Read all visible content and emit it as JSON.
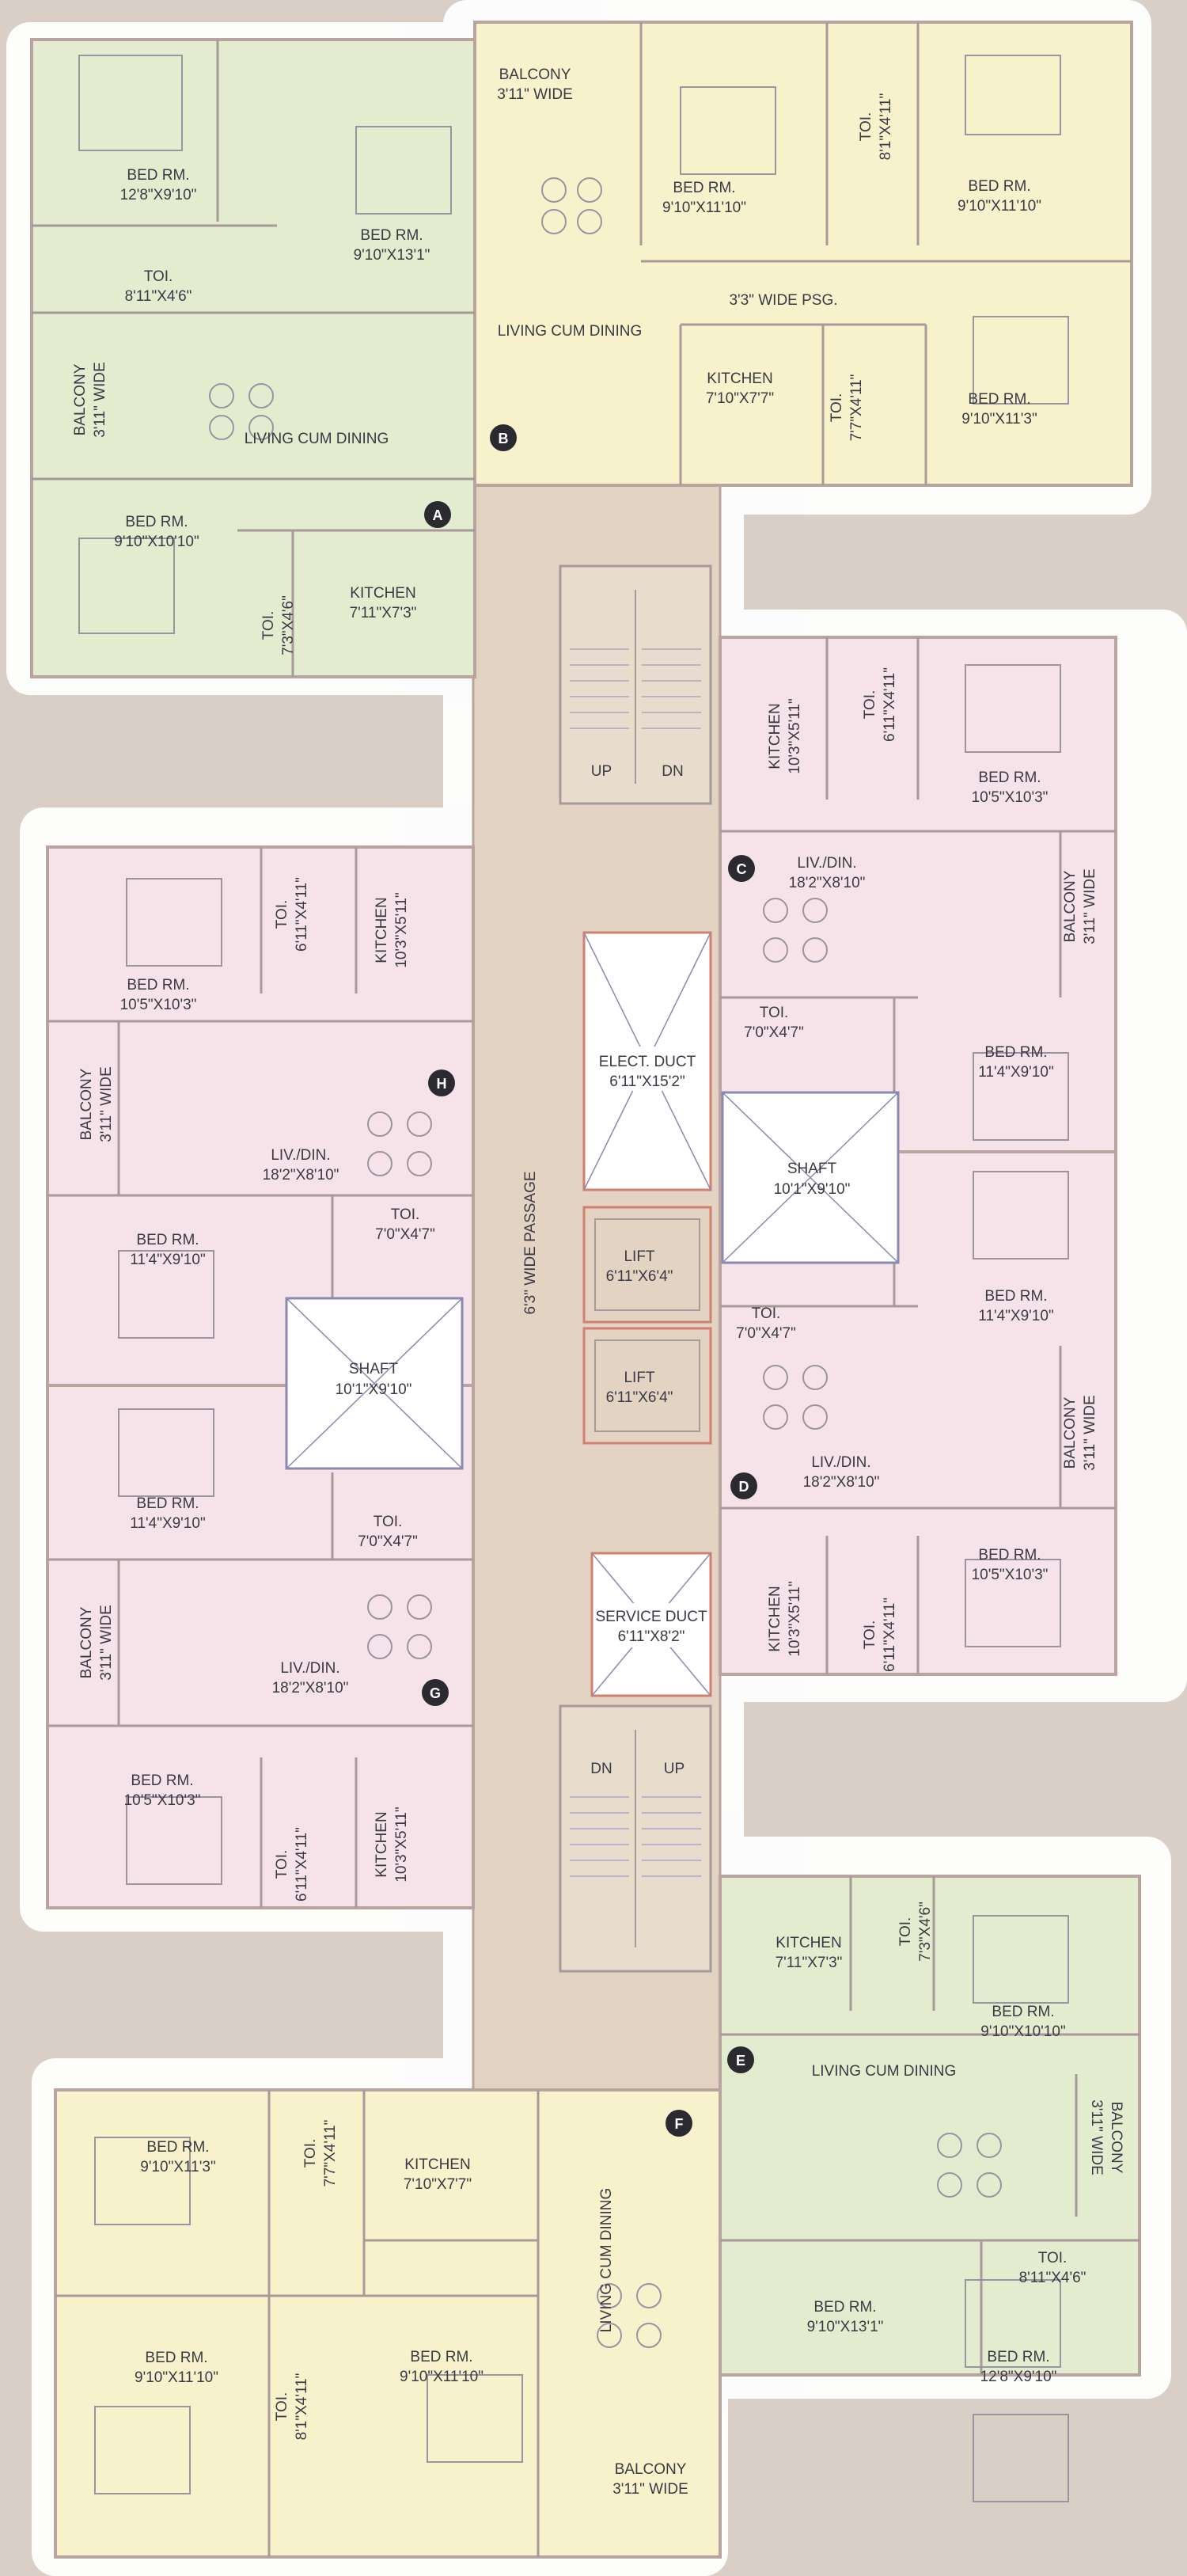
{
  "colors": {
    "background": "#d9cfc7",
    "halo": "#ffffff",
    "green_unit": "#e4ecd0",
    "yellow_unit": "#f7f2cc",
    "pink_unit": "#f6e3ea",
    "corridor": "#e2d3c2",
    "wall": "#b9a4a0"
  },
  "common": {
    "passage": "6'3\" WIDE PASSAGE",
    "elect_duct": "ELECT. DUCT",
    "elect_duct_size": "6'11\"X15'2\"",
    "lift1": "LIFT",
    "lift1_size": "6'11\"X6'4\"",
    "lift2": "LIFT",
    "lift2_size": "6'11\"X6'4\"",
    "service_duct": "SERVICE DUCT",
    "service_duct_size": "6'11\"X8'2\"",
    "stair_top_up": "UP",
    "stair_top_dn": "DN",
    "stair_bottom_dn": "DN",
    "stair_bottom_up": "UP",
    "shaft_right": "SHAFT",
    "shaft_right_size": "10'1\"X9'10\"",
    "shaft_left": "SHAFT",
    "shaft_left_size": "10'1\"X9'10\""
  },
  "unit_tags": [
    "A",
    "B",
    "C",
    "D",
    "E",
    "F",
    "G",
    "H"
  ],
  "unit_a": {
    "bed1": "BED RM.",
    "bed1_size": "12'8\"X9'10\"",
    "bed2": "BED RM.",
    "bed2_size": "9'10\"X13'1\"",
    "toi1": "TOI.",
    "toi1_size": "8'11\"X4'6\"",
    "balcony": "BALCONY",
    "balcony_size": "3'11\" WIDE",
    "living": "LIVING CUM DINING",
    "bed3": "BED RM.",
    "bed3_size": "9'10\"X10'10\"",
    "toi2": "TOI.",
    "toi2_size": "7'3\"X4'6\"",
    "kitchen": "KITCHEN",
    "kitchen_size": "7'11\"X7'3\""
  },
  "unit_b": {
    "balcony": "BALCONY",
    "balcony_size": "3'11\" WIDE",
    "bed1": "BED RM.",
    "bed1_size": "9'10\"X11'10\"",
    "toi1": "TOI.",
    "toi1_size": "8'1\"X4'11\"",
    "bed2": "BED RM.",
    "bed2_size": "9'10\"X11'10\"",
    "living": "LIVING CUM DINING",
    "psg": "3'3\" WIDE PSG.",
    "kitchen": "KITCHEN",
    "kitchen_size": "7'10\"X7'7\"",
    "toi2": "TOI.",
    "toi2_size": "7'7\"X4'11\"",
    "bed3": "BED RM.",
    "bed3_size": "9'10\"X11'3\""
  },
  "unit_c": {
    "kitchen": "KITCHEN",
    "kitchen_size": "10'3\"X5'11\"",
    "toi1": "TOI.",
    "toi1_size": "6'11\"X4'11\"",
    "bed1": "BED RM.",
    "bed1_size": "10'5\"X10'3\"",
    "liv": "LIV./DIN.",
    "liv_size": "18'2\"X8'10\"",
    "balcony": "BALCONY",
    "balcony_size": "3'11\" WIDE",
    "toi2": "TOI.",
    "toi2_size": "7'0\"X4'7\"",
    "bed2": "BED RM.",
    "bed2_size": "11'4\"X9'10\""
  },
  "unit_d": {
    "bed1": "BED RM.",
    "bed1_size": "11'4\"X9'10\"",
    "toi1": "TOI.",
    "toi1_size": "7'0\"X4'7\"",
    "liv": "LIV./DIN.",
    "liv_size": "18'2\"X8'10\"",
    "balcony": "BALCONY",
    "balcony_size": "3'11\" WIDE",
    "bed2": "BED RM.",
    "bed2_size": "10'5\"X10'3\"",
    "kitchen": "KITCHEN",
    "kitchen_size": "10'3\"X5'11\"",
    "toi2": "TOI.",
    "toi2_size": "6'11\"X4'11\""
  },
  "unit_h": {
    "bed1": "BED RM.",
    "bed1_size": "10'5\"X10'3\"",
    "toi1": "TOI.",
    "toi1_size": "6'11\"X4'11\"",
    "kitchen": "KITCHEN",
    "kitchen_size": "10'3\"X5'11\"",
    "balcony": "BALCONY",
    "balcony_size": "3'11\" WIDE",
    "liv": "LIV./DIN.",
    "liv_size": "18'2\"X8'10\"",
    "bed2": "BED RM.",
    "bed2_size": "11'4\"X9'10\"",
    "toi2": "TOI.",
    "toi2_size": "7'0\"X4'7\""
  },
  "unit_g": {
    "bed1": "BED RM.",
    "bed1_size": "11'4\"X9'10\"",
    "toi1": "TOI.",
    "toi1_size": "7'0\"X4'7\"",
    "balcony": "BALCONY",
    "balcony_size": "3'11\" WIDE",
    "liv": "LIV./DIN.",
    "liv_size": "18'2\"X8'10\"",
    "bed2": "BED RM.",
    "bed2_size": "10'5\"X10'3\"",
    "toi2": "TOI.",
    "toi2_size": "6'11\"X4'11\"",
    "kitchen": "KITCHEN",
    "kitchen_size": "10'3\"X5'11\""
  },
  "unit_e": {
    "kitchen": "KITCHEN",
    "kitchen_size": "7'11\"X7'3\"",
    "toi1": "TOI.",
    "toi1_size": "7'3\"X4'6\"",
    "bed1": "BED RM.",
    "bed1_size": "9'10\"X10'10\"",
    "living": "LIVING CUM DINING",
    "balcony": "BALCONY",
    "balcony_size": "3'11\" WIDE",
    "toi2": "TOI.",
    "toi2_size": "8'11\"X4'6\"",
    "bed2": "BED RM.",
    "bed2_size": "9'10\"X13'1\"",
    "bed3": "BED RM.",
    "bed3_size": "12'8\"X9'10\""
  },
  "unit_f": {
    "bed1": "BED RM.",
    "bed1_size": "9'10\"X11'3\"",
    "toi1": "TOI.",
    "toi1_size": "7'7\"X4'11\"",
    "kitchen": "KITCHEN",
    "kitchen_size": "7'10\"X7'7\"",
    "living": "LIVING CUM DINING",
    "bed2": "BED RM.",
    "bed2_size": "9'10\"X11'10\"",
    "toi2": "TOI.",
    "toi2_size": "8'1\"X4'11\"",
    "bed3": "BED RM.",
    "bed3_size": "9'10\"X11'10\"",
    "balcony": "BALCONY",
    "balcony_size": "3'11\" WIDE"
  }
}
